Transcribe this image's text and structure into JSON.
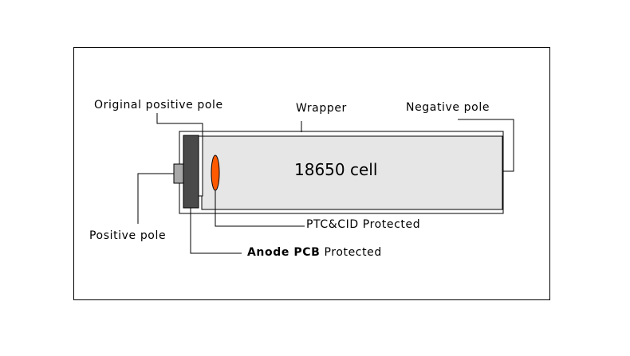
{
  "diagram": {
    "labels": {
      "original_positive_pole": "Original positive pole",
      "wrapper": "Wrapper",
      "negative_pole": "Negative pole",
      "cell": "18650 cell",
      "ptc_cid": "PTC&CID Protected",
      "positive_pole": "Positive pole",
      "anode_pcb_bold": "Anode PCB",
      "anode_pcb_rest": "Protected"
    },
    "colors": {
      "cell_fill": "#e6e6e6",
      "pcb_fill": "#4a4a4a",
      "terminal_fill": "#a8a8a8",
      "ptc_fill": "#ff5a00",
      "line": "#000000"
    }
  }
}
